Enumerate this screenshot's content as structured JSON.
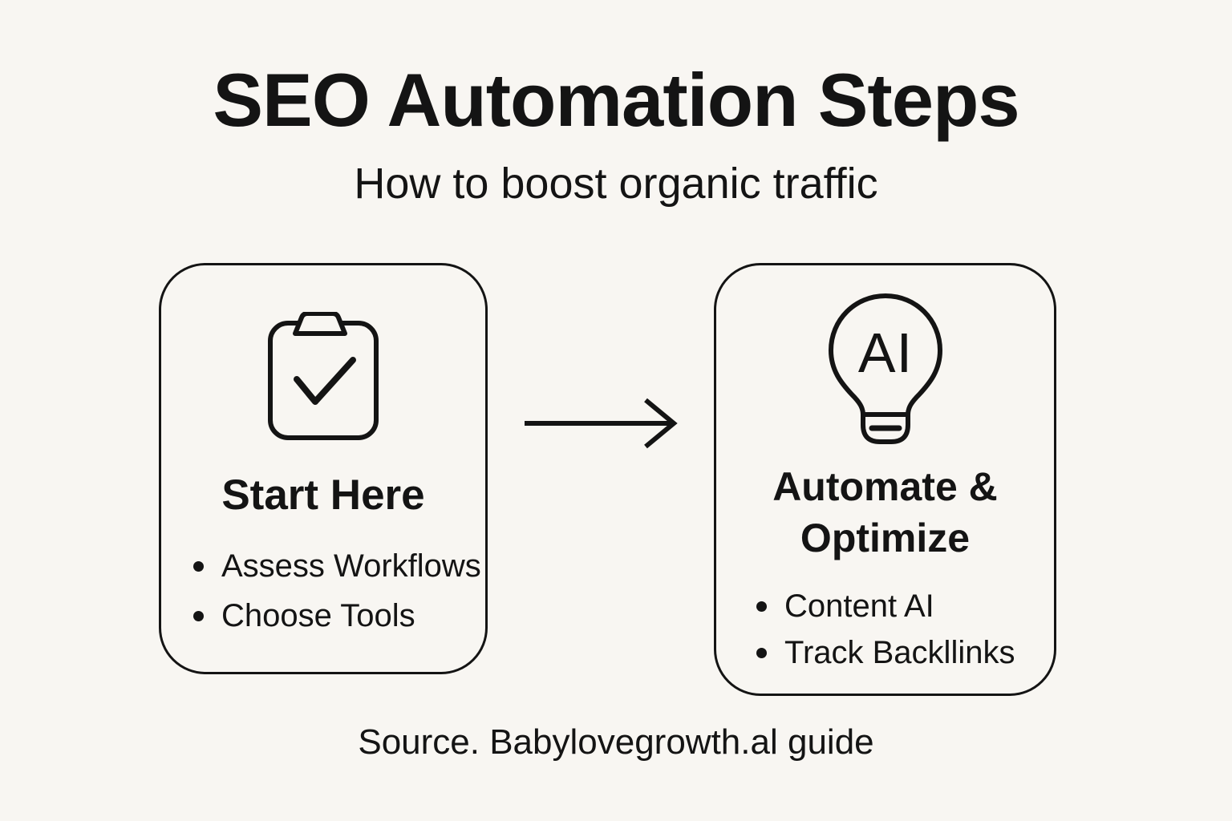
{
  "colors": {
    "background": "#f8f6f2",
    "ink": "#141414"
  },
  "header": {
    "title": "SEO Automation Steps",
    "subtitle": "How to boost organic traffic"
  },
  "steps": [
    {
      "icon": "clipboard-check-icon",
      "title": "Start Here",
      "bullets": [
        "Assess Workflows",
        "Choose Tools"
      ]
    },
    {
      "icon": "ai-lightbulb-icon",
      "icon_label": "AI",
      "title": "Automate & Optimize",
      "bullets": [
        "Content AI",
        "Track Backllinks"
      ]
    }
  ],
  "connector": "right-arrow-icon",
  "footer": {
    "source": "Source. Babylovegrowth.al guide"
  }
}
